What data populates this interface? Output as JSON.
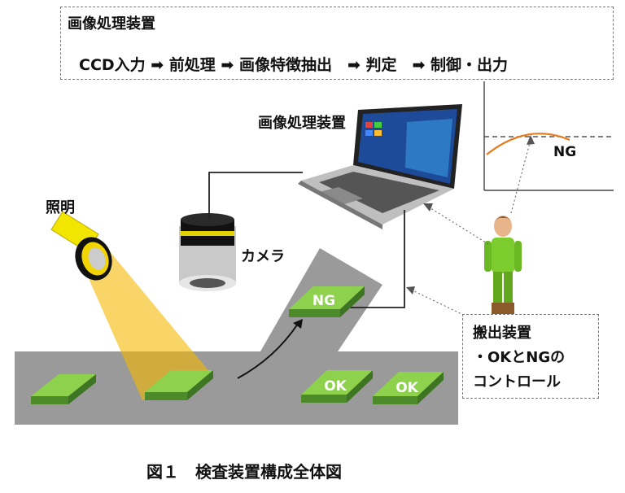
{
  "process_box": {
    "title": "画像処理装置",
    "flow": "CCD入力 ➡ 前処理 ➡ 画像特徴抽出　➡ 判定　➡ 制御・出力"
  },
  "labels": {
    "laptop": "画像処理装置",
    "light": "照明",
    "camera": "カメラ",
    "ng_small_plot": "NG"
  },
  "products": {
    "ng_item": "NG",
    "ok_item_1": "OK",
    "ok_item_2": "OK"
  },
  "unloader_box": {
    "line1": "搬出装置",
    "line2": "・OKとNGの",
    "line3": "コントロール"
  },
  "caption": "図１　検査装置構成全体図",
  "colors": {
    "conveyor": "#9a9a9a",
    "product_top": "#8ed14d",
    "product_side": "#4c8a2a",
    "light_beam": "#f5b800",
    "curve": "#e87a1e"
  }
}
